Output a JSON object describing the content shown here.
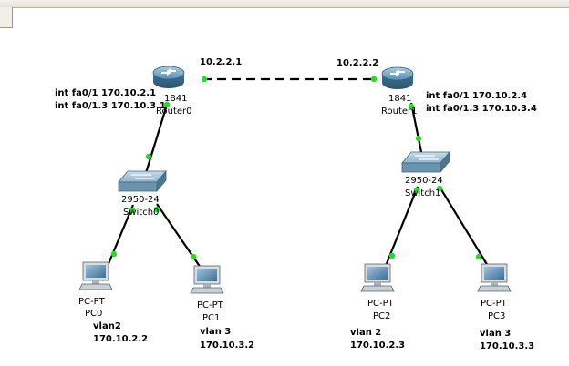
{
  "links": {
    "router_link": {
      "left_ip": "10.2.2.1",
      "right_ip": "10.2.2.2"
    }
  },
  "routers": [
    {
      "model": "1841",
      "name": "Router0",
      "config": [
        "int fa0/1 170.10.2.1",
        "int fa0/1.3 170.10.3.1"
      ]
    },
    {
      "model": "1841",
      "name": "Router1",
      "config": [
        "int fa0/1 170.10.2.4",
        "int fa0/1.3 170.10.3.4"
      ]
    }
  ],
  "switches": [
    {
      "model": "2950-24",
      "name": "Switch0"
    },
    {
      "model": "2950-24",
      "name": "Switch1"
    }
  ],
  "pcs": [
    {
      "model": "PC-PT",
      "name": "PC0",
      "vlan": "vlan2",
      "ip": "170.10.2.2"
    },
    {
      "model": "PC-PT",
      "name": "PC1",
      "vlan": "vlan 3",
      "ip": "170.10.3.2"
    },
    {
      "model": "PC-PT",
      "name": "PC2",
      "vlan": "vlan 2",
      "ip": "170.10.2.3"
    },
    {
      "model": "PC-PT",
      "name": "PC3",
      "vlan": "vlan 3",
      "ip": "170.10.3.3"
    }
  ],
  "colors": {
    "link": "#000000",
    "port_up": "#22dd22",
    "router_body": "#4f87a8",
    "switch_body": "#7fa6bf",
    "pc_screen": "#5b8fb3"
  }
}
